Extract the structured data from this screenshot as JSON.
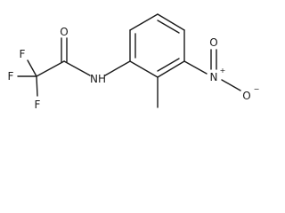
{
  "molecule": {
    "atoms": {
      "f_top": "F",
      "f_left": "F",
      "f_bottom": "F",
      "o_carbonyl": "O",
      "nh": "NH",
      "n_nitro": "N",
      "n_charge": "+",
      "o_nitro_top": "O",
      "o_nitro_minus": "O",
      "o_charge": "−"
    }
  }
}
